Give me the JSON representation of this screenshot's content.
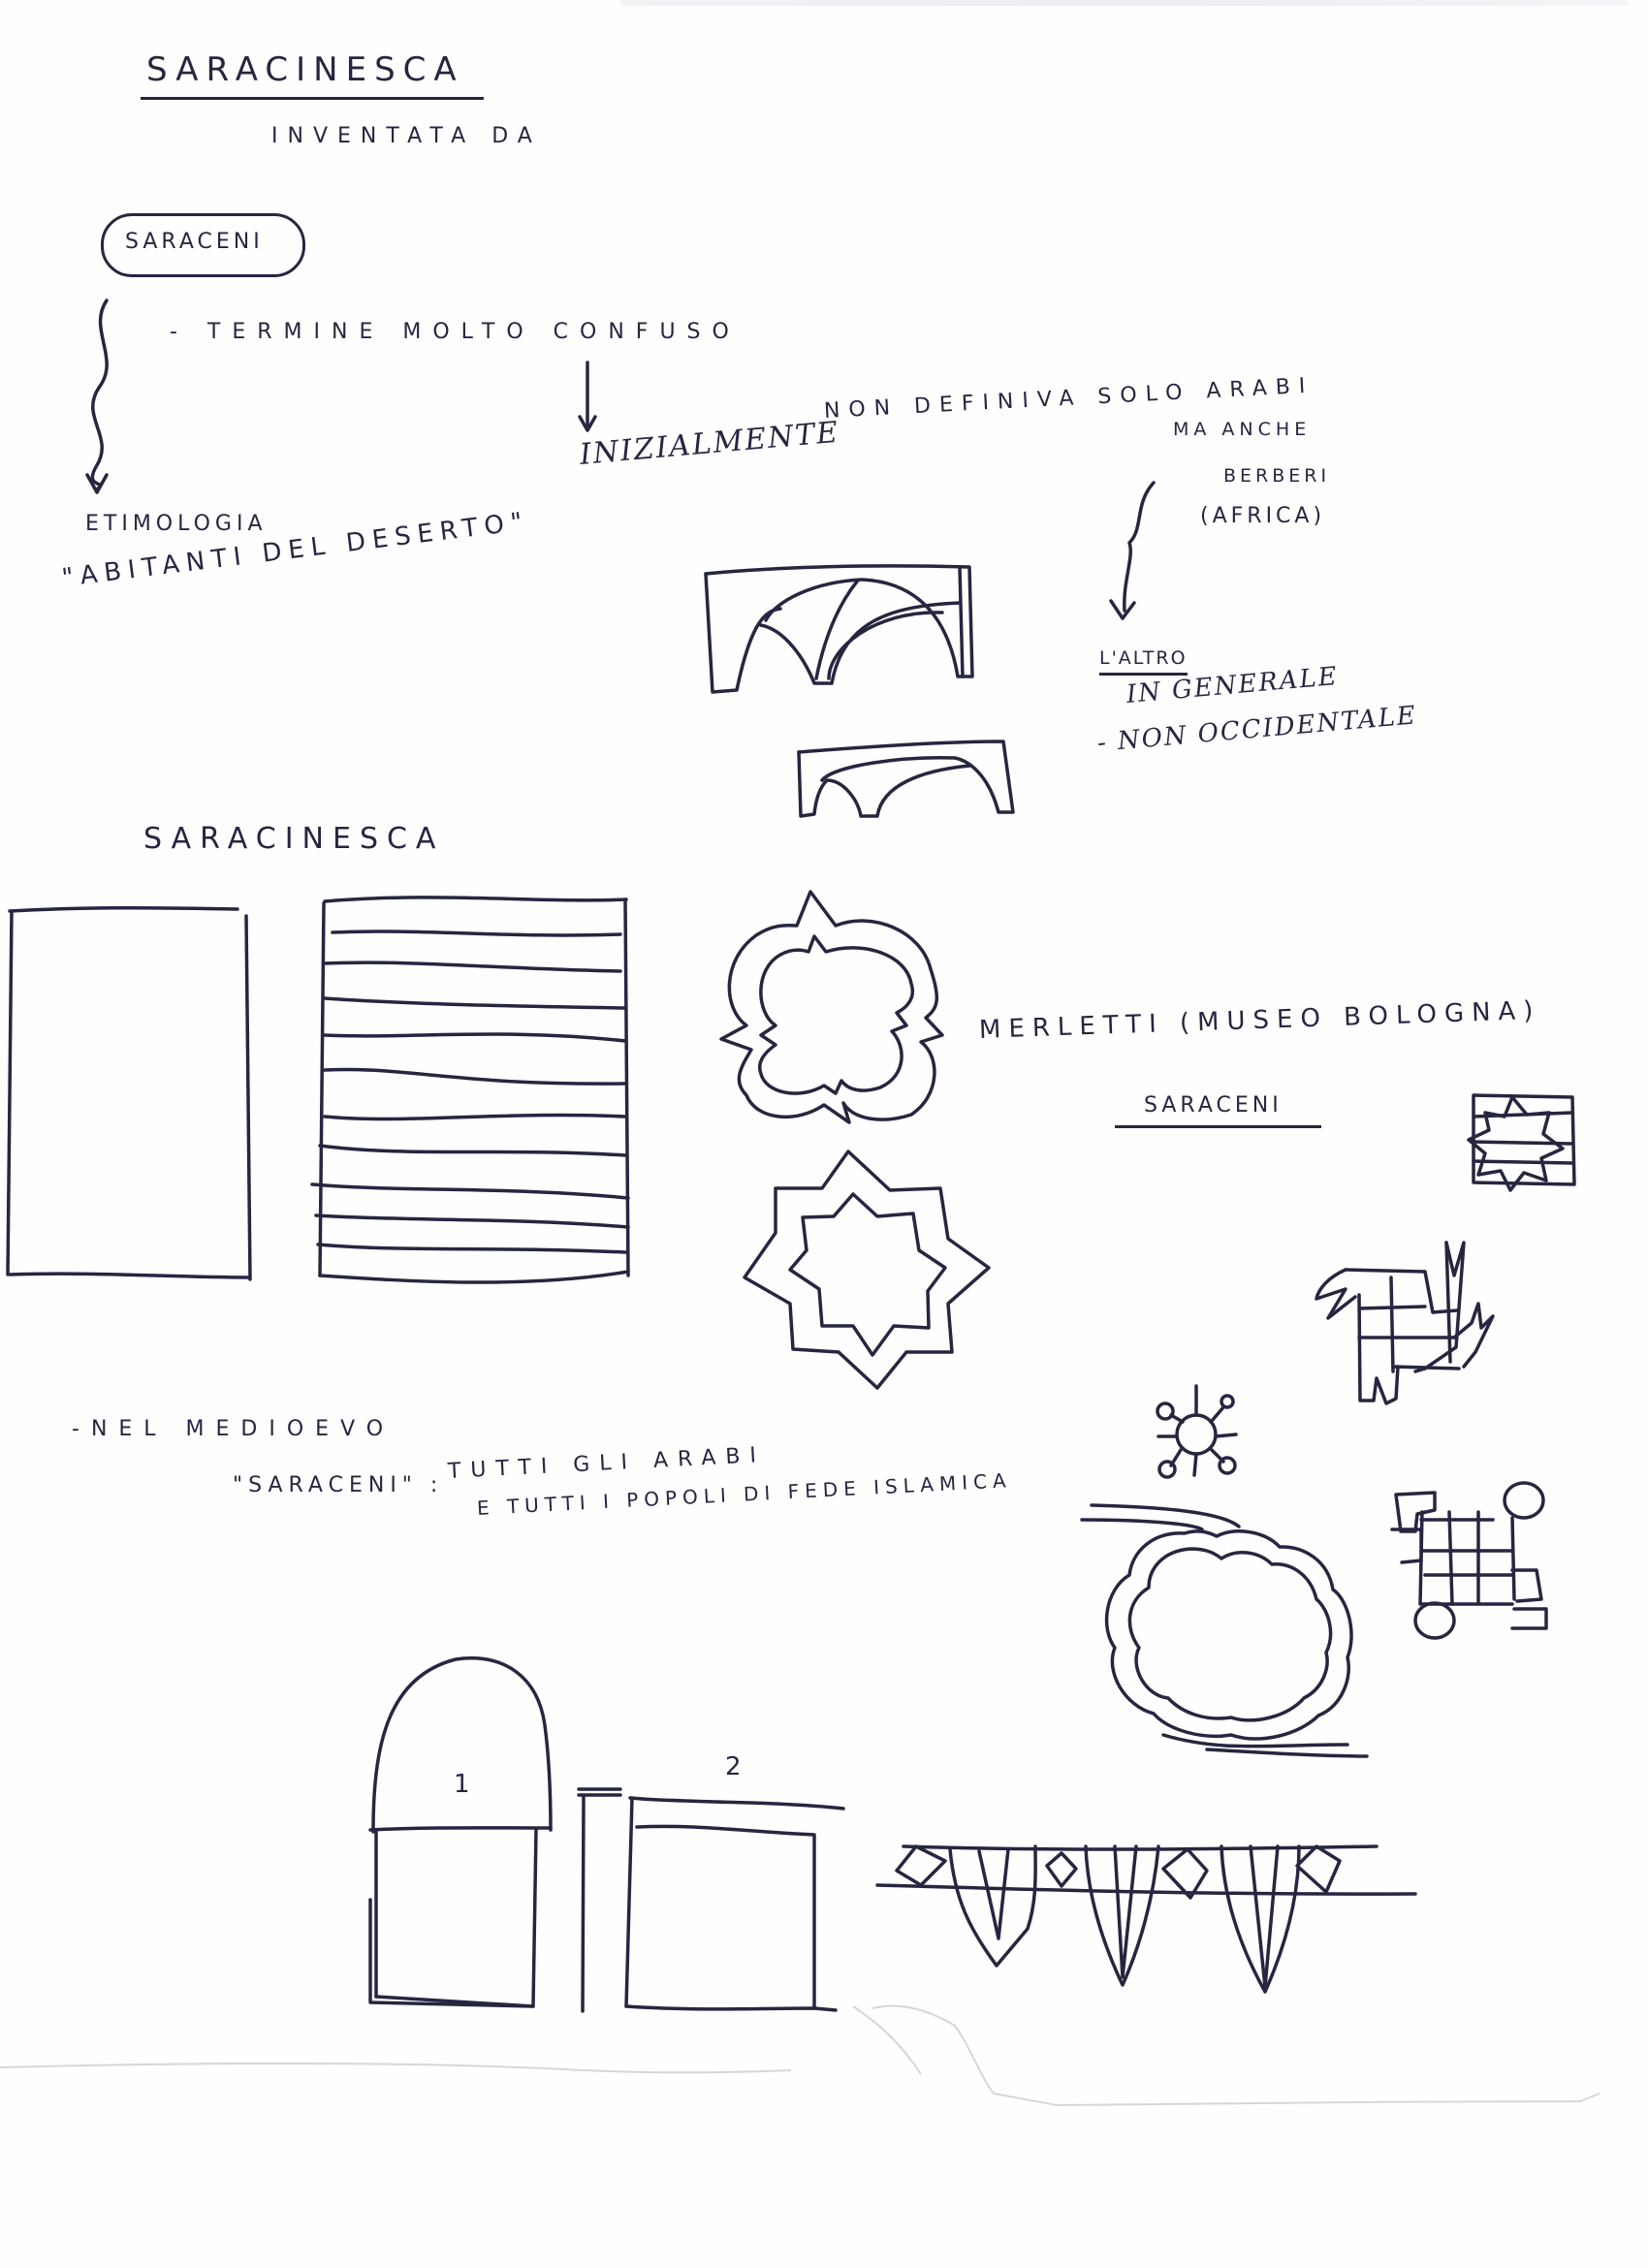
{
  "page": {
    "title": "SARACINESCA",
    "subtitle": "INVENTATA DA",
    "circled_term": "SARACENI",
    "notes": {
      "term_note": "- TERMINE MOLTO CONFUSO",
      "etymology_label": "ETIMOLOGIA",
      "etymology_meaning": "\"ABITANTI DEL DESERTO\"",
      "initially": "INIZIALMENTE",
      "initially_rest": "NON DEFINIVA SOLO ARABI",
      "but_also": "MA ANCHE",
      "berbers": "BERBERI",
      "africa": "(AFRICA)",
      "the_other": "L'ALTRO",
      "in_general": "IN GENERALE",
      "non_western": "- NON OCCIDENTALE",
      "section_heading": "SARACINESCA",
      "lace_caption": "MERLETTI (MUSEO BOLOGNA)",
      "lace_subcaption": "SARACENI",
      "middle_ages": "-NEL MEDIOEVO",
      "saraceni_quote": "\"SARACENI\" :",
      "all_arabs": "TUTTI GLI ARABI",
      "all_peoples": "E TUTTI I POPOLI DI FEDE ISLAMICA"
    },
    "figure_labels": {
      "door_1": "1",
      "door_2": "2"
    },
    "sketches": [
      "arch-large-icon",
      "arch-small-icon",
      "shutter-closed-icon",
      "shutter-slatted-icon",
      "quatrefoil-ornament-icon",
      "eight-point-star-icon",
      "star-tile-icon",
      "hand-lattice-icon",
      "sun-motif-icon",
      "figures-lattice-icon",
      "lobed-medallion-icon",
      "arched-door-icon",
      "square-door-icon",
      "lace-border-icon"
    ]
  }
}
